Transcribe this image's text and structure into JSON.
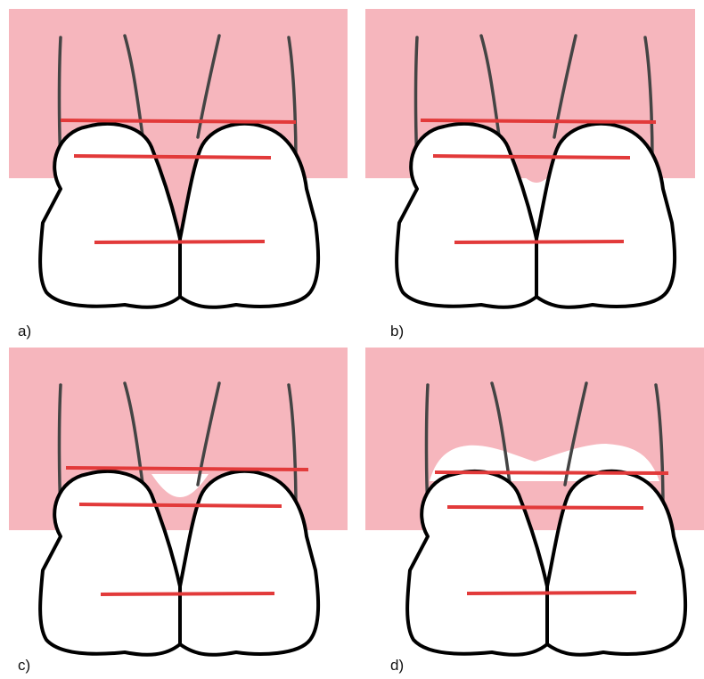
{
  "colors": {
    "gingiva": "#f6b6bd",
    "tooth_fill": "#ffffff",
    "tooth_outline": "#000000",
    "root_lines": "#444444",
    "reference_lines": "#e23a3a",
    "background": "#ffffff"
  },
  "panels": [
    {
      "label": "a)",
      "papilla": "complete"
    },
    {
      "label": "b)",
      "papilla": "partial-lower"
    },
    {
      "label": "c)",
      "papilla": "partial-upper"
    },
    {
      "label": "d)",
      "papilla": "absent"
    }
  ]
}
